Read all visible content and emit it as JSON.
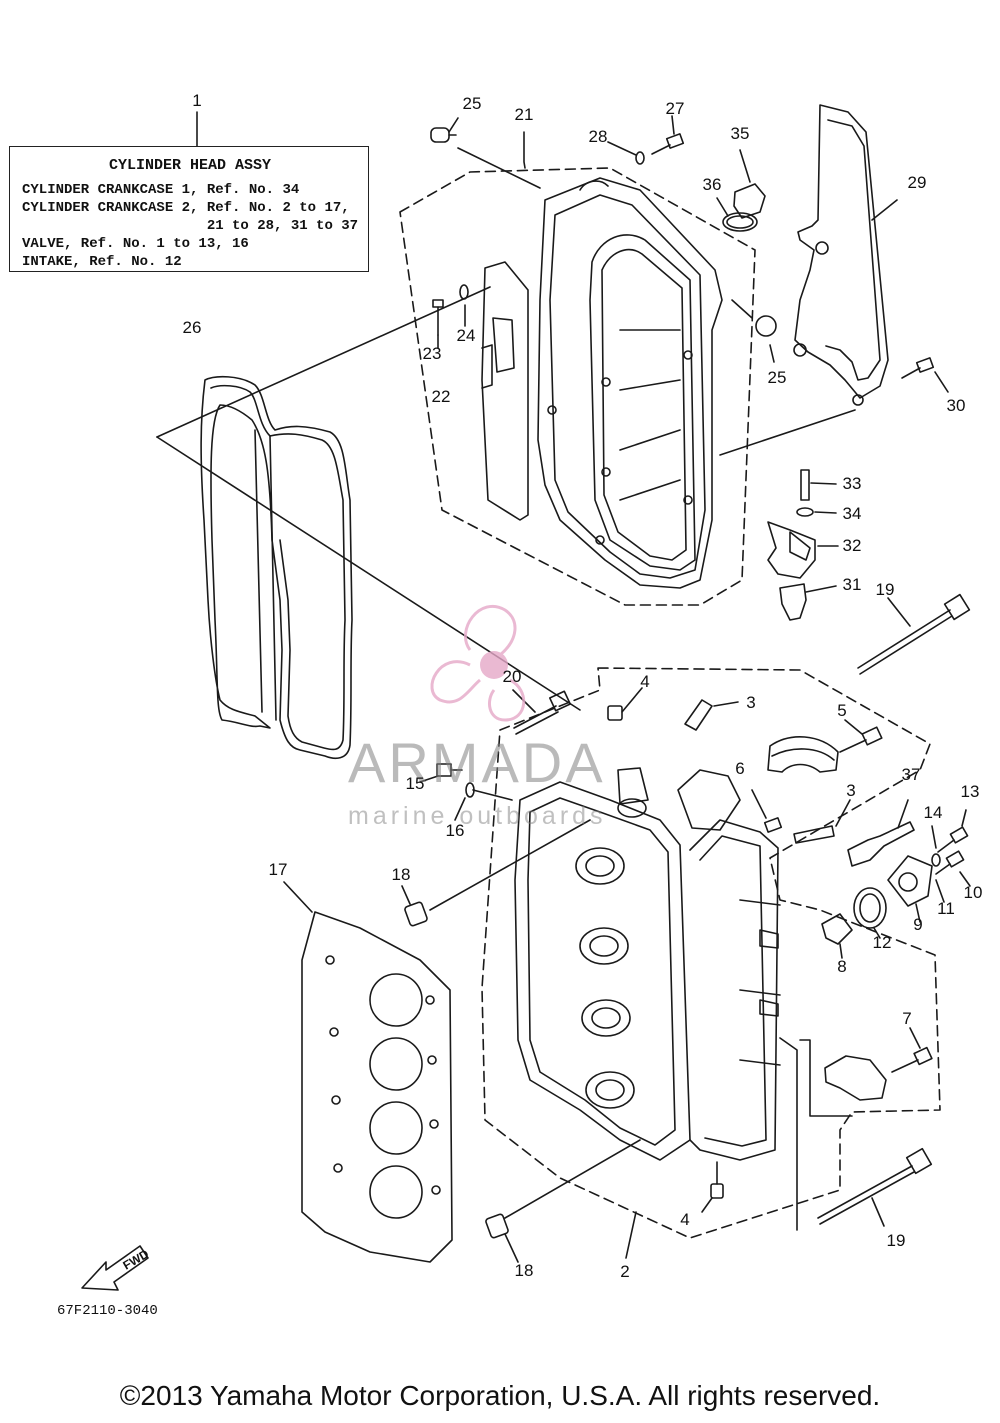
{
  "legend": {
    "title": "CYLINDER HEAD ASSY",
    "lines": [
      "CYLINDER CRANKCASE 1, Ref. No. 34",
      "CYLINDER CRANKCASE 2, Ref. No. 2 to 17,",
      "                      21 to 28, 31 to 37",
      "VALVE, Ref. No. 1 to 13, 16",
      "INTAKE, Ref. No. 12"
    ]
  },
  "callouts": [
    "1",
    "25",
    "21",
    "27",
    "28",
    "35",
    "36",
    "29",
    "26",
    "23",
    "24",
    "22",
    "25",
    "30",
    "33",
    "34",
    "32",
    "31",
    "19",
    "20",
    "4",
    "3",
    "5",
    "6",
    "37",
    "3",
    "13",
    "14",
    "15",
    "16",
    "10",
    "11",
    "9",
    "12",
    "8",
    "17",
    "18",
    "7",
    "4",
    "18",
    "2",
    "19"
  ],
  "watermark": {
    "brand": "ARMADA",
    "tagline": "marine outboards"
  },
  "fwd_label": "FWD",
  "diagram_code": "67F2110-3040",
  "copyright": "©2013 Yamaha Motor Corporation, U.S.A. All rights reserved."
}
